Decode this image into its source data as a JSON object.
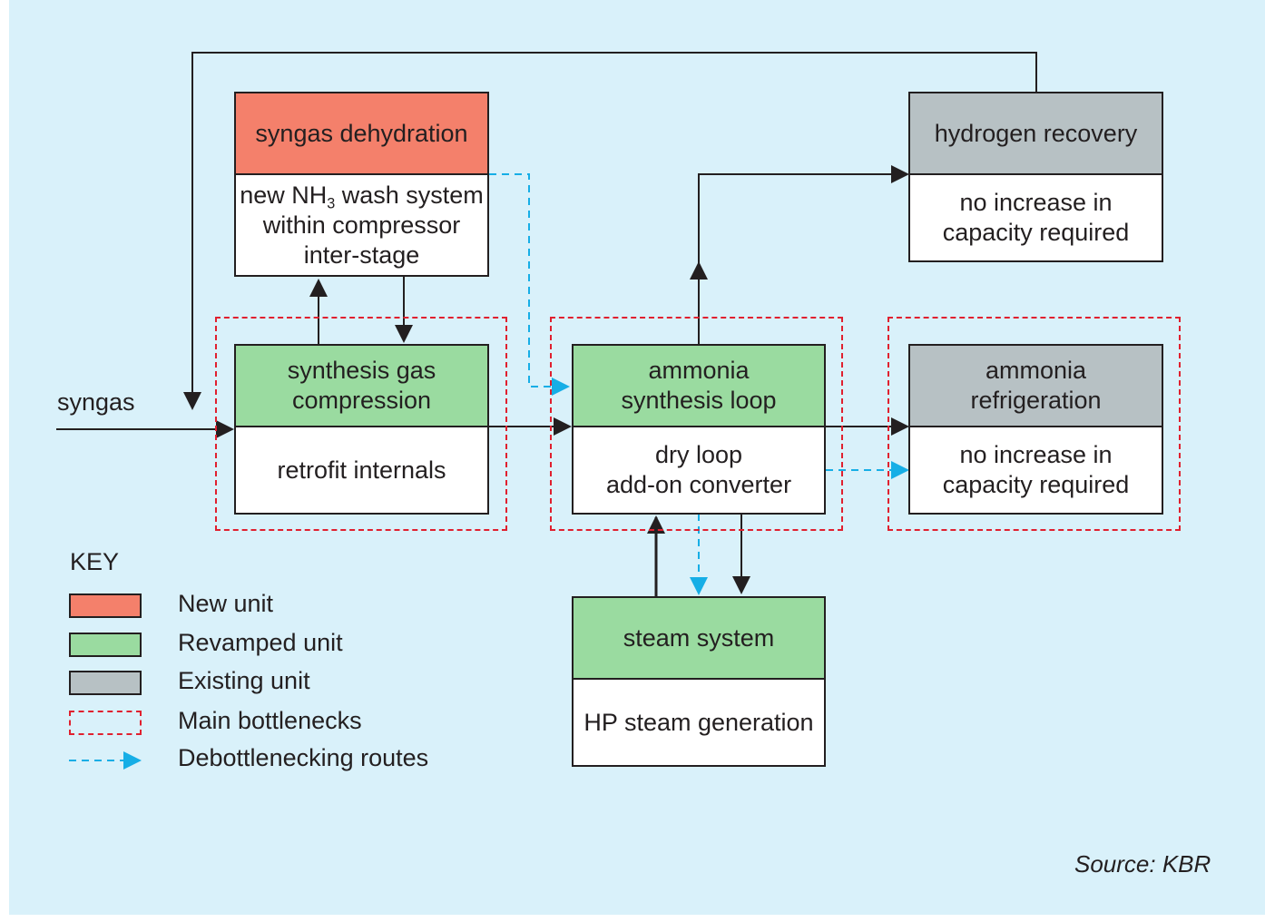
{
  "colors": {
    "background": "#d9f1fa",
    "new_unit": "#f4806b",
    "revamped_unit": "#9adba0",
    "existing_unit": "#b7c1c4",
    "bottleneck": "#e0202f",
    "debottleneck_route": "#16aee6"
  },
  "input_label": "syngas",
  "units": {
    "syngas_dehydration": {
      "title": "syngas dehydration",
      "body_pre": "new NH",
      "body_sub": "3",
      "body_post": " wash system\nwithin compressor\ninter-stage",
      "status": "new"
    },
    "synthesis_gas_compression": {
      "title": "synthesis gas\ncompression",
      "body": "retrofit internals",
      "status": "revamped"
    },
    "ammonia_synthesis_loop": {
      "title": "ammonia\nsynthesis loop",
      "body": "dry loop\nadd-on converter",
      "status": "revamped"
    },
    "hydrogen_recovery": {
      "title": "hydrogen recovery",
      "body": "no increase in\ncapacity required",
      "status": "existing"
    },
    "ammonia_refrigeration": {
      "title": "ammonia\nrefrigeration",
      "body": "no increase in\ncapacity required",
      "status": "existing"
    },
    "steam_system": {
      "title": "steam system",
      "body": "HP steam generation",
      "status": "revamped"
    }
  },
  "key": {
    "title": "KEY",
    "items": [
      {
        "label": "New unit"
      },
      {
        "label": "Revamped unit"
      },
      {
        "label": "Existing unit"
      },
      {
        "label": "Main bottlenecks"
      },
      {
        "label": "Debottlenecking routes"
      }
    ]
  },
  "source": "Source: KBR"
}
